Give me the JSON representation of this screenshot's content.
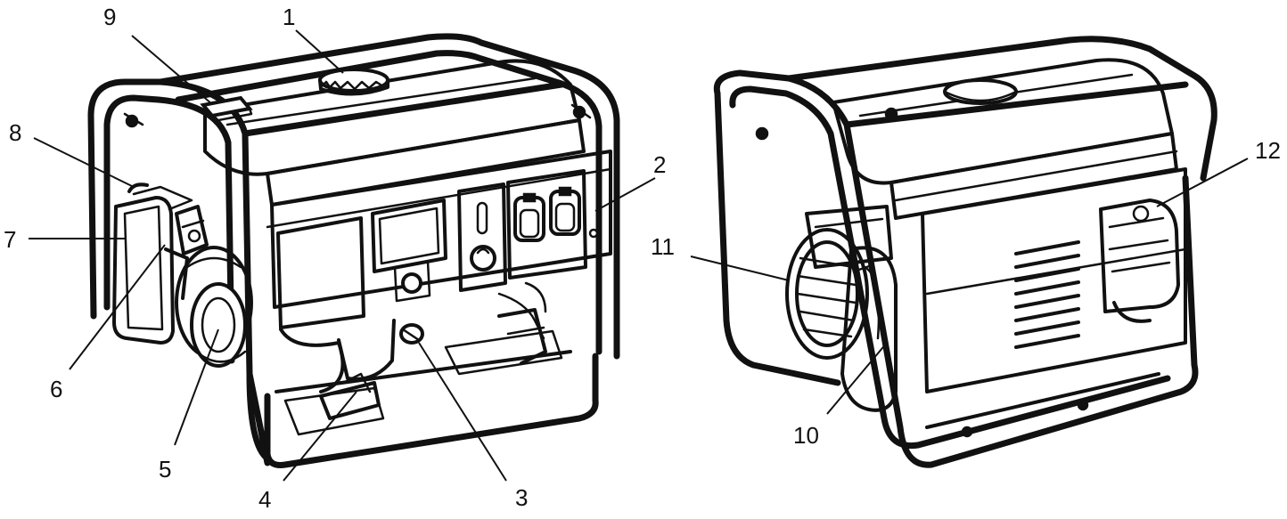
{
  "figure": {
    "ink_color": "#111111",
    "background": "#ffffff",
    "views": [
      {
        "name": "generator-front-view"
      },
      {
        "name": "generator-rear-view"
      }
    ],
    "callouts": [
      {
        "id": "callout-1",
        "label": "1"
      },
      {
        "id": "callout-2",
        "label": "2"
      },
      {
        "id": "callout-3",
        "label": "3"
      },
      {
        "id": "callout-4",
        "label": "4"
      },
      {
        "id": "callout-5",
        "label": "5"
      },
      {
        "id": "callout-6",
        "label": "6"
      },
      {
        "id": "callout-7",
        "label": "7"
      },
      {
        "id": "callout-8",
        "label": "8"
      },
      {
        "id": "callout-9",
        "label": "9"
      },
      {
        "id": "callout-10",
        "label": "10"
      },
      {
        "id": "callout-11",
        "label": "11"
      },
      {
        "id": "callout-12",
        "label": "12"
      }
    ]
  }
}
